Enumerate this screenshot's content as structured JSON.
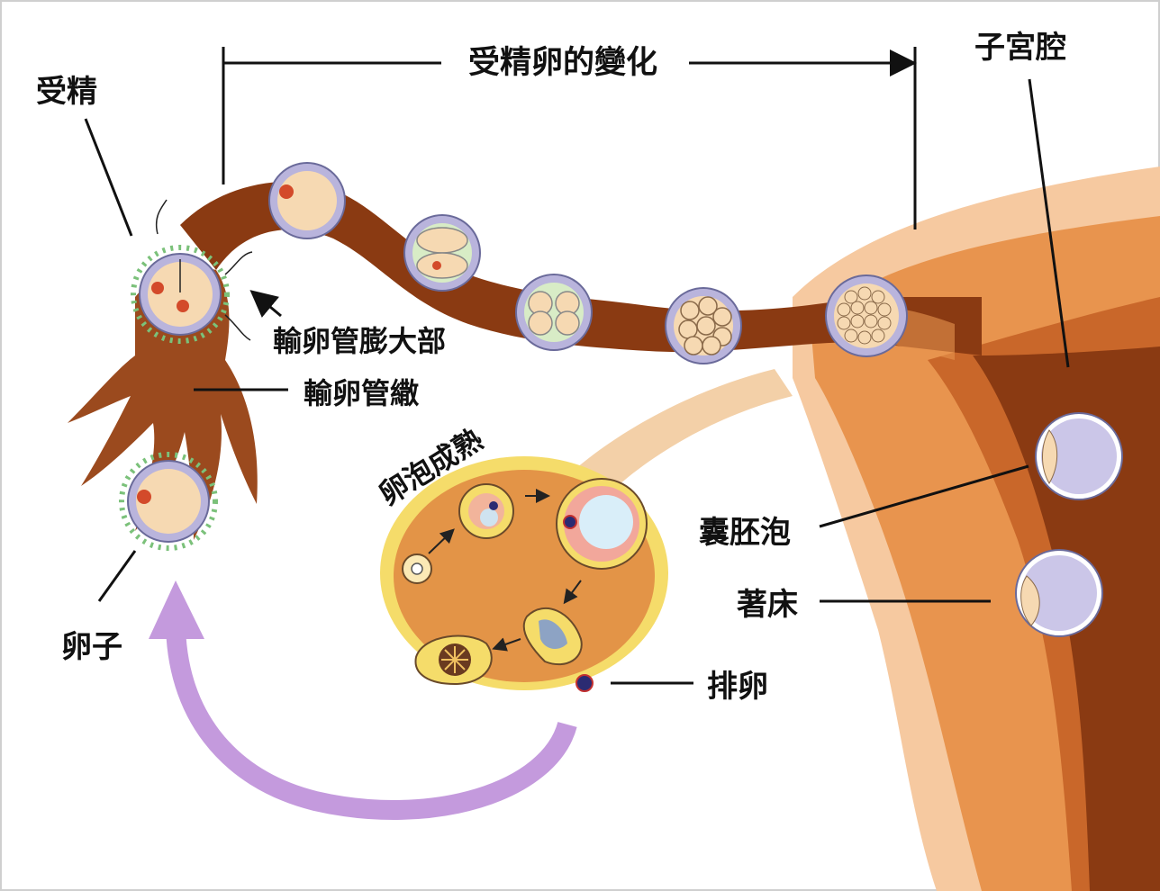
{
  "title": "受精卵的變化",
  "labels": {
    "fertilization": "受精",
    "uterine_cavity": "子宮腔",
    "ampulla": "輸卵管膨大部",
    "fimbria": "輸卵管繖",
    "follicle_maturation": "卵泡成熟",
    "ovum": "卵子",
    "blastocyst": "囊胚泡",
    "implantation": "著床",
    "ovulation": "排卵"
  },
  "colors": {
    "tube": "#8a3a12",
    "uterus": "#e8944e",
    "uterus_light": "#f6c9a0",
    "ovary": "#e39447",
    "ovary_rim": "#f5dc6a",
    "zona": "#b9b4dc",
    "cytoplasm": "#f6d9b2",
    "cycle_arrow": "#c49add",
    "granulosa_dots": "#7bc17a"
  }
}
